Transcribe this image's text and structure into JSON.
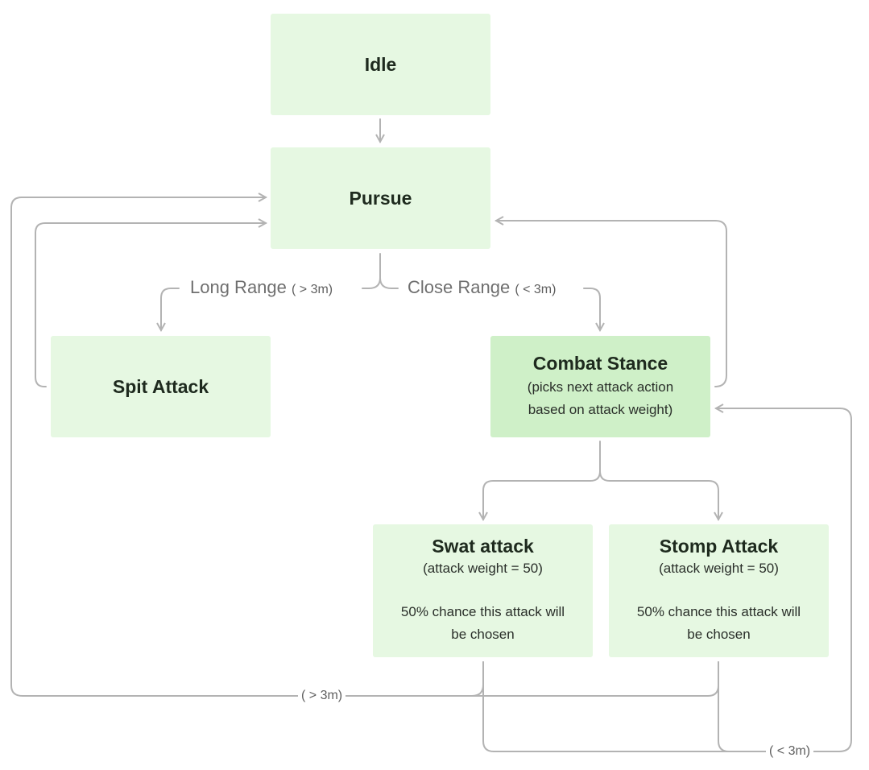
{
  "nodes": {
    "idle": {
      "title": "Idle"
    },
    "pursue": {
      "title": "Pursue"
    },
    "spit": {
      "title": "Spit Attack"
    },
    "combat": {
      "title": "Combat Stance",
      "line1": "(picks next attack action",
      "line2": "based on attack weight)"
    },
    "swat": {
      "title": "Swat attack",
      "weight": "(attack weight = 50)",
      "chance1": "50% chance this attack will",
      "chance2": "be chosen"
    },
    "stomp": {
      "title": "Stomp Attack",
      "weight": "(attack weight = 50)",
      "chance1": "50% chance this attack will",
      "chance2": "be chosen"
    }
  },
  "edges": {
    "long_range": {
      "label": "Long Range",
      "cond": "( > 3m)"
    },
    "close_range": {
      "label": "Close Range",
      "cond": "( < 3m)"
    },
    "back_far": {
      "cond": "( > 3m)"
    },
    "back_near": {
      "cond": "( < 3m)"
    }
  },
  "colors": {
    "node_fill": "#e6f8e2",
    "active_fill": "#cff0c8",
    "edge": "#b3b3b3"
  }
}
